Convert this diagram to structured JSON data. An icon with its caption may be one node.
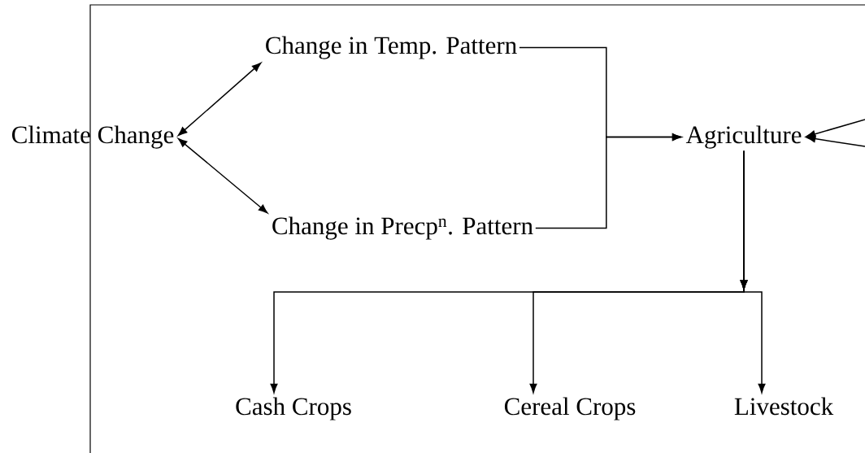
{
  "diagram": {
    "nodes": [
      {
        "text": [
          "Climate Change"
        ]
      },
      {
        "text": [
          "Change in Temp. Pattern"
        ]
      },
      {
        "text": [
          "Change in Precp$^{n}$. Pattern"
        ]
      },
      {
        "text": [
          "Agriculture"
        ]
      },
      {
        "text": [
          "Cash Crops"
        ]
      },
      {
        "text": [
          "Cereal Crops"
        ]
      },
      {
        "text": [
          "Livestock"
        ]
      }
    ],
    "edges": [
      {
        "from": 0,
        "to": 1,
        "arrow": "both"
      },
      {
        "from": 0,
        "to": 2,
        "arrow": "both"
      },
      {
        "from": 1,
        "to": 3,
        "arrow": "to"
      },
      {
        "from": 2,
        "to": 3,
        "arrow": "to"
      },
      {
        "from": 3,
        "to": 4,
        "arrow": "to"
      },
      {
        "from": 3,
        "to": 5,
        "arrow": "to"
      },
      {
        "from": 3,
        "to": 6,
        "arrow": "to"
      },
      {
        "from": null,
        "to": 3,
        "arrow": "to"
      },
      {
        "from": null,
        "to": 3,
        "arrow": "to"
      }
    ]
  }
}
